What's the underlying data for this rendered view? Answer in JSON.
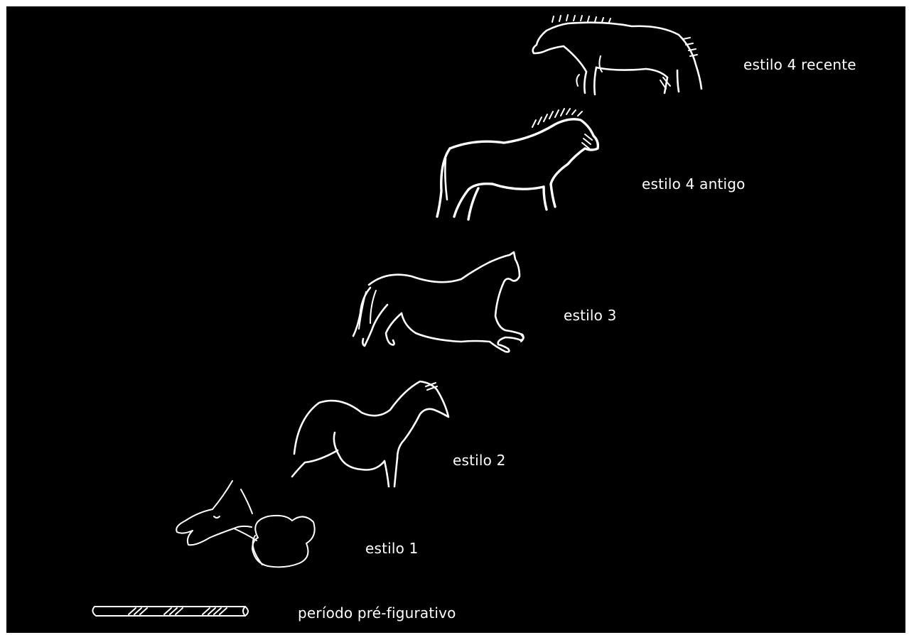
{
  "colors": {
    "background": "#000000",
    "drawing": "#ffffff",
    "frame": "#ffffff"
  },
  "stages": [
    {
      "id": "pre",
      "label": "período pré-figurativo",
      "icon": "engraved-stick-icon"
    },
    {
      "id": "s1",
      "label": "estilo 1",
      "icon": "abstract-animal-head-icon"
    },
    {
      "id": "s2",
      "label": "estilo 2",
      "icon": "horse-outline-icon"
    },
    {
      "id": "s3",
      "label": "estilo 3",
      "icon": "horse-outline-icon"
    },
    {
      "id": "s4a",
      "label": "estilo 4 antigo",
      "icon": "horse-outline-icon"
    },
    {
      "id": "s4r",
      "label": "estilo 4 recente",
      "icon": "horse-outline-icon"
    }
  ]
}
